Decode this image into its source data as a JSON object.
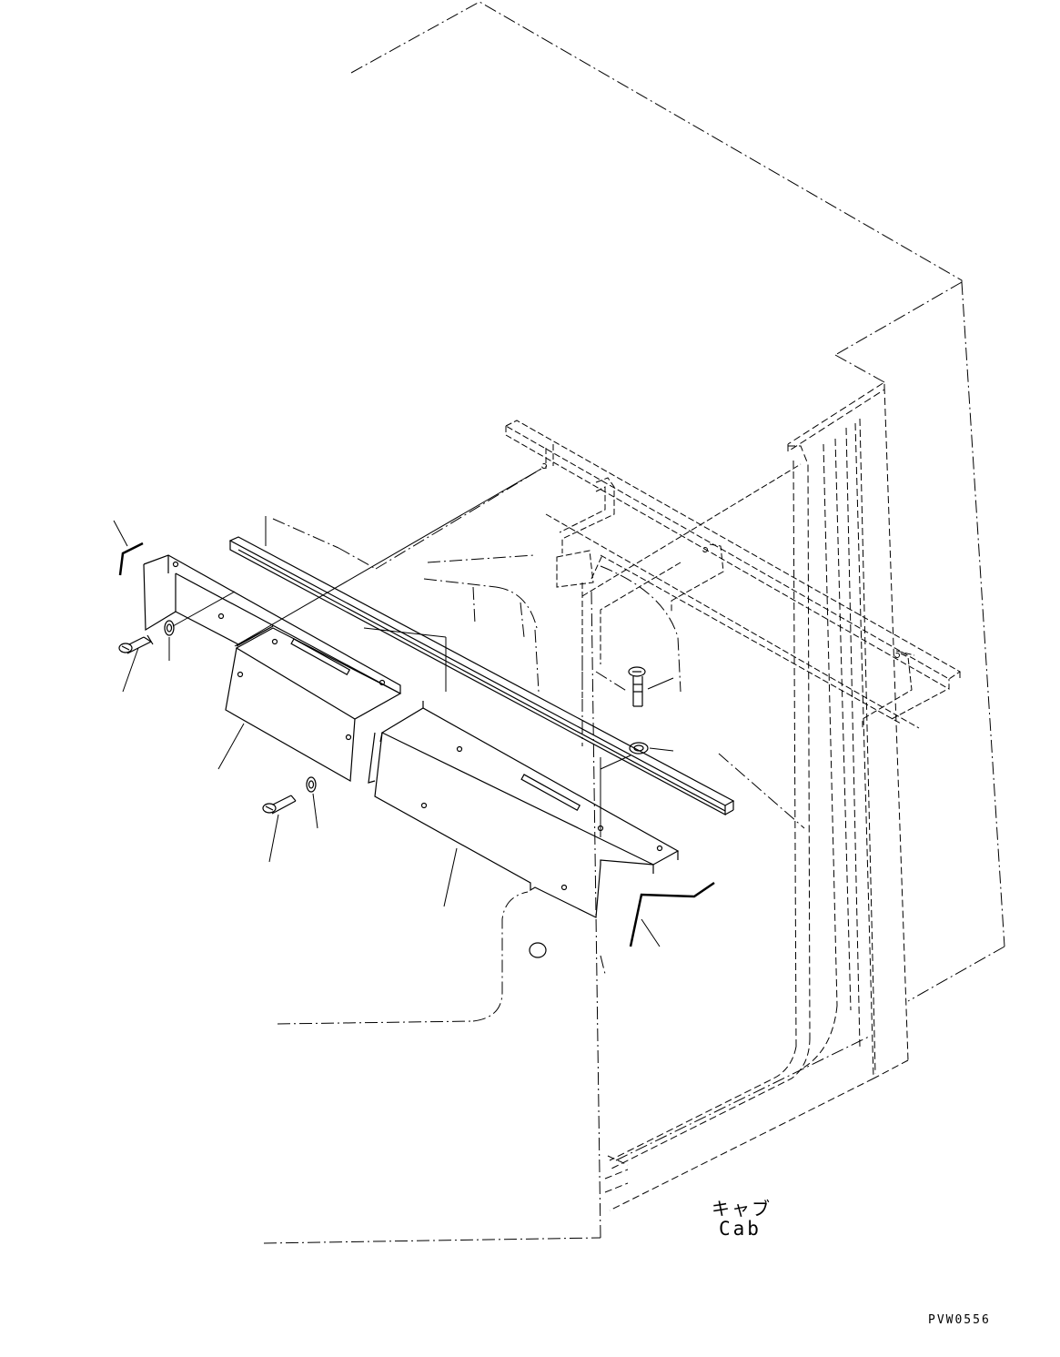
{
  "labels": {
    "cab_japanese": "キャブ",
    "cab_english": "Cab",
    "drawing_code": "PVW0556"
  }
}
